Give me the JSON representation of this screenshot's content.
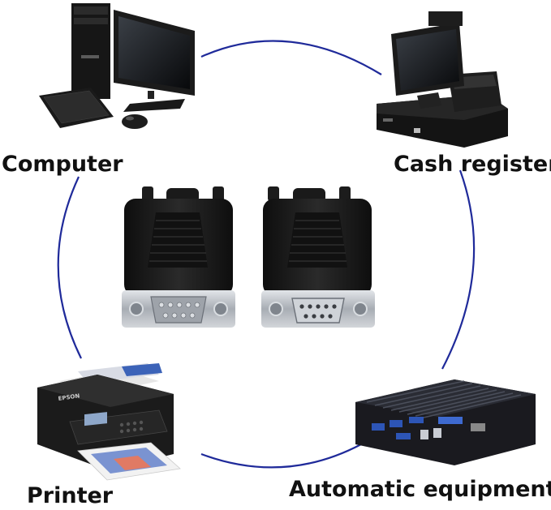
{
  "labels": {
    "computer": "Computer",
    "cash_register": "Cash register",
    "printer": "Printer",
    "automatic_equipment": "Automatic equipment"
  },
  "printer_brand": "EPSON",
  "colors": {
    "ring": "#1f2a9a",
    "connector_body": "#1a1a1a",
    "metal": "#b8bcc2",
    "text": "#111111"
  },
  "icons": [
    "computer-icon",
    "cash-register-icon",
    "printer-icon",
    "industrial-pc-icon",
    "db9-male-connector",
    "db9-female-connector"
  ]
}
